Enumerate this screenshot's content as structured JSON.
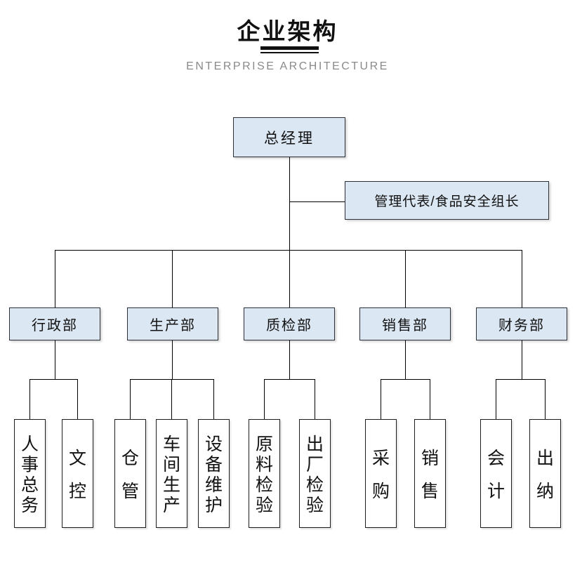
{
  "header": {
    "title": "企业架构",
    "subtitle": "ENTERPRISE ARCHITECTURE"
  },
  "org_chart": {
    "root": {
      "label": "总经理"
    },
    "staff": {
      "label": "管理代表/食品安全组长"
    },
    "departments": [
      {
        "label": "行政部",
        "children": [
          "人事总务",
          "文控"
        ]
      },
      {
        "label": "生产部",
        "children": [
          "仓管",
          "车间生产",
          "设备维护"
        ]
      },
      {
        "label": "质检部",
        "children": [
          "原料检验",
          "出厂检验"
        ]
      },
      {
        "label": "销售部",
        "children": [
          "采购",
          "销售"
        ]
      },
      {
        "label": "财务部",
        "children": [
          "会计",
          "出纳"
        ]
      }
    ],
    "colors": {
      "node_fill": "#dbe7f3",
      "node_border": "#2b2f36",
      "leaf_fill": "#ffffff",
      "connector": "#000000",
      "subtitle": "#8a8a8a"
    }
  }
}
